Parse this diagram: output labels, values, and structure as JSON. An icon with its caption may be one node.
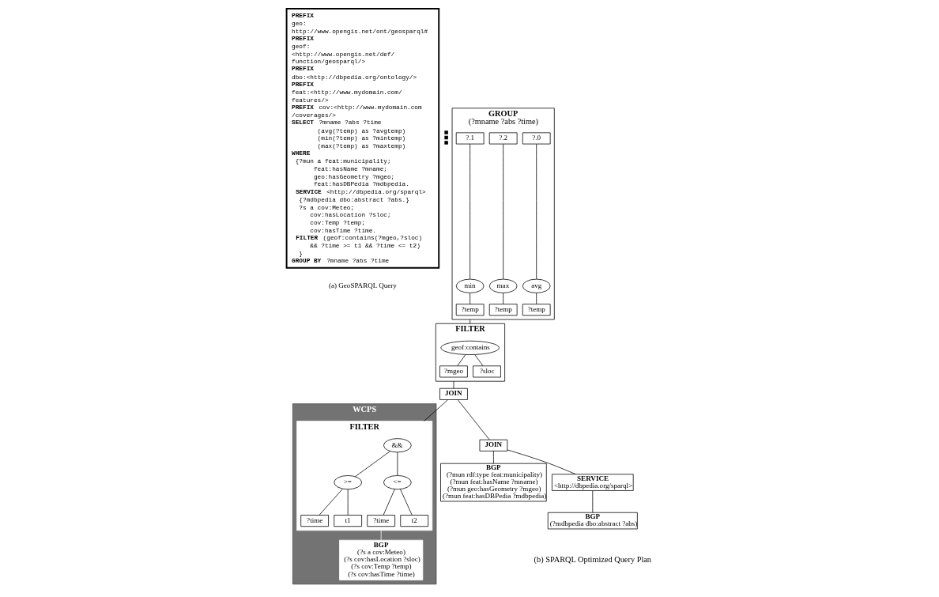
{
  "diagram": {
    "nodes": [
      {
        "text": [
          "**PREFIX**",
          "geo:",
          "http://www.opengis.net/ont/geosparql#",
          "**PREFIX**",
          "geof:",
          "<http://www.opengis.net/def/",
          "function/geosparql/>",
          "**PREFIX**",
          "dbo:<http://dbpedia.org/ontology/>",
          "**PREFIX**",
          "feat:<http://www.mydomain.com/",
          "features/>",
          "**PREFIX** cov:<http://www.mydomain.com",
          "/coverages/>",
          "**SELECT** ?mname ?abs ?time",
          "       (avg(?temp) as ?avgtemp)",
          "       (min(?temp) as ?mintemp)",
          "       (max(?temp) as ?maxtemp)",
          "**WHERE**",
          " {?mun a feat:municipality;",
          "      feat:hasName ?mname;",
          "      geo:hasGeometry ?mgeo;",
          "      feat:hasDBPedia ?mdbpedia.",
          " **SERVICE** <http://dbpedia.org/sparql>",
          "  {?mdbpedia dbo:abstract ?abs.}",
          "  ?s a cov:Meteo;",
          "     cov:hasLocation ?sloc;",
          "     cov:Temp ?temp;",
          "     cov:hasTime ?time.",
          " **FILTER** (geof:contains(?mgeo,?sloc)",
          "     && ?time >= t1 && ?time <= t2)",
          "  }",
          "**GROUP BY** ?mname ?abs ?time"
        ],
        "beside": [
          "(a) GeoSPARQL Query"
        ]
      },
      {
        "text": [],
        "shape": "dots"
      },
      {
        "text": [
          "GROUP",
          "(?mname ?abs ?time)"
        ]
      },
      {
        "text": [
          "?.0"
        ],
        "in": 2
      },
      {
        "text": [
          "?.1"
        ],
        "in": 2
      },
      {
        "text": [
          "?.2"
        ],
        "in": 2
      },
      {
        "text": [
          "avg"
        ],
        "in": 2
      },
      {
        "text": [
          "min"
        ],
        "in": 2
      },
      {
        "text": [
          "max"
        ],
        "in": 2
      },
      {
        "text": [
          "?temp"
        ],
        "in": 2
      },
      {
        "text": [
          "?temp"
        ],
        "in": 2
      },
      {
        "text": [
          "?temp"
        ],
        "in": 2
      },
      {
        "text": [
          "FILTER"
        ]
      },
      {
        "text": [
          "geof:contains"
        ],
        "in": 12
      },
      {
        "text": [
          "?mgeo"
        ],
        "in": 12
      },
      {
        "text": [
          "?sloc"
        ],
        "in": 12
      },
      {
        "text": [
          "JOIN"
        ]
      },
      {
        "text": [
          "WCPS"
        ]
      },
      {
        "text": [
          "FILTER"
        ],
        "in": 17
      },
      {
        "text": [
          "&&"
        ],
        "in": 18
      },
      {
        "text": [
          ">="
        ],
        "in": 18
      },
      {
        "text": [
          "<="
        ],
        "in": 18
      },
      {
        "text": [
          "?time"
        ],
        "in": 18
      },
      {
        "text": [
          "t1"
        ],
        "in": 18
      },
      {
        "text": [
          "?time"
        ],
        "in": 18
      },
      {
        "text": [
          "t2"
        ],
        "in": 18
      },
      {
        "text": [
          "BGP",
          "(?s a cov:Meteo)",
          "(?s cov:hasLocation ?sloc)",
          "(?s cov:Temp ?temp)",
          "(?s cov:hasTime ?time)"
        ],
        "in": 17
      },
      {
        "text": [
          "JOIN"
        ]
      },
      {
        "text": [
          "BGP",
          "(?mun rdf:type feat:municipality)",
          "(?mun feat:hasName ?mname)",
          "(?mun geo:hasGeometry ?mgeo)",
          "(?mun feat:hasDBPedia ?mdbpedia)"
        ]
      },
      {
        "text": [
          "SERVICE",
          "<http://dbpedia.org/sparql>"
        ]
      },
      {
        "text": [
          "BGP",
          "(?mdbpedia dbo:abstract ?abs)"
        ]
      }
    ],
    "edges": [
      {
        "from": 3,
        "to": 6,
        "arrow": "none"
      },
      {
        "from": 4,
        "to": 7,
        "arrow": "none"
      },
      {
        "from": 5,
        "to": 8,
        "arrow": "none"
      },
      {
        "from": 6,
        "to": 9,
        "arrow": "none"
      },
      {
        "from": 7,
        "to": 10,
        "arrow": "none"
      },
      {
        "from": 8,
        "to": 11,
        "arrow": "none"
      },
      {
        "from": 2,
        "to": 12,
        "arrow": "none"
      },
      {
        "from": 13,
        "to": 14,
        "arrow": "none"
      },
      {
        "from": 13,
        "to": 15,
        "arrow": "none"
      },
      {
        "from": 12,
        "to": 16,
        "arrow": "none"
      },
      {
        "from": 16,
        "to": 27,
        "arrow": "none"
      },
      {
        "from": 16,
        "to": 18,
        "arrow": "none"
      },
      {
        "from": 19,
        "to": 20,
        "arrow": "none"
      },
      {
        "from": 19,
        "to": 21,
        "arrow": "none"
      },
      {
        "from": 20,
        "to": 22,
        "arrow": "none"
      },
      {
        "from": 20,
        "to": 23,
        "arrow": "none"
      },
      {
        "from": 21,
        "to": 24,
        "arrow": "none"
      },
      {
        "from": 21,
        "to": 25,
        "arrow": "none"
      },
      {
        "from": 18,
        "to": 26,
        "arrow": "none",
        "color": "#ffffff"
      },
      {
        "from": 27,
        "to": 28,
        "arrow": "none"
      },
      {
        "from": 27,
        "to": 29,
        "arrow": "none"
      },
      {
        "from": 29,
        "to": 30,
        "arrow": "none"
      }
    ],
    "labels": [
      "(b) SPARQL Optimized Query Plan"
    ]
  }
}
